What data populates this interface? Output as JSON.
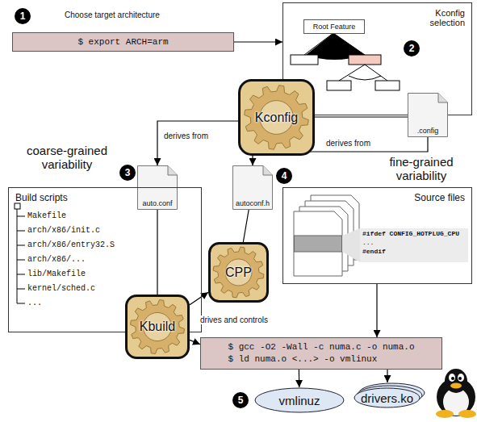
{
  "diagram": {
    "nodes": [
      {
        "text": [
          "$ export ARCH=arm"
        ]
      },
      {
        "text": [
          "Kconfig selection"
        ]
      },
      {
        "text": [
          "Root Feature"
        ],
        "in": 1
      },
      {
        "text": [
          "Kconfig"
        ]
      },
      {
        "text": [
          ".config"
        ]
      },
      {
        "text": [
          "auto.conf"
        ]
      },
      {
        "text": [
          "autoconf.h"
        ]
      },
      {
        "text": [
          "Build scripts"
        ]
      },
      {
        "text": [
          "Source files"
        ]
      },
      {
        "text": [
          "CPP"
        ]
      },
      {
        "text": [
          "Kbuild"
        ]
      },
      {
        "text": [
          "$ gcc -O2 -Wall -c numa.c -o numa.o",
          "$ ld numa.o <...> -o vmlinux"
        ]
      },
      {
        "text": [
          "vmlinuz"
        ]
      },
      {
        "text": [
          "drivers.ko"
        ]
      }
    ],
    "edges": [
      {
        "from": 0,
        "to": 1,
        "arrow": "to"
      },
      {
        "from": 3,
        "to": 5,
        "label": "derives from",
        "arrow": "to"
      },
      {
        "from": 3,
        "to": 4,
        "arrow": "none"
      },
      {
        "from": 4,
        "to": 6,
        "label": "derives from",
        "arrow": "to"
      },
      {
        "from": 5,
        "to": 10,
        "arrow": "none"
      },
      {
        "from": 6,
        "to": 9,
        "arrow": "none"
      },
      {
        "from": 10,
        "to": 9,
        "arrow": "to"
      },
      {
        "from": 10,
        "to": 11,
        "label": "drives and controls",
        "arrow": "to"
      },
      {
        "from": 8,
        "to": 11,
        "arrow": "to"
      },
      {
        "from": 11,
        "to": 12,
        "arrow": "to"
      },
      {
        "from": 11,
        "to": 13,
        "arrow": "to"
      }
    ],
    "labels": [
      "1",
      "Choose target architecture",
      "2",
      "coarse-grained variability",
      "fine-grained variability",
      "3",
      "4",
      "Makefile",
      "arch/x86/init.c",
      "arch/x86/entry32.S",
      "arch/x86/...",
      "lib/Makefile",
      "kernel/sched.c",
      "...",
      "#ifdef CONFIG_HOTPLUG_CPU",
      "...",
      "#endif",
      "5"
    ]
  }
}
